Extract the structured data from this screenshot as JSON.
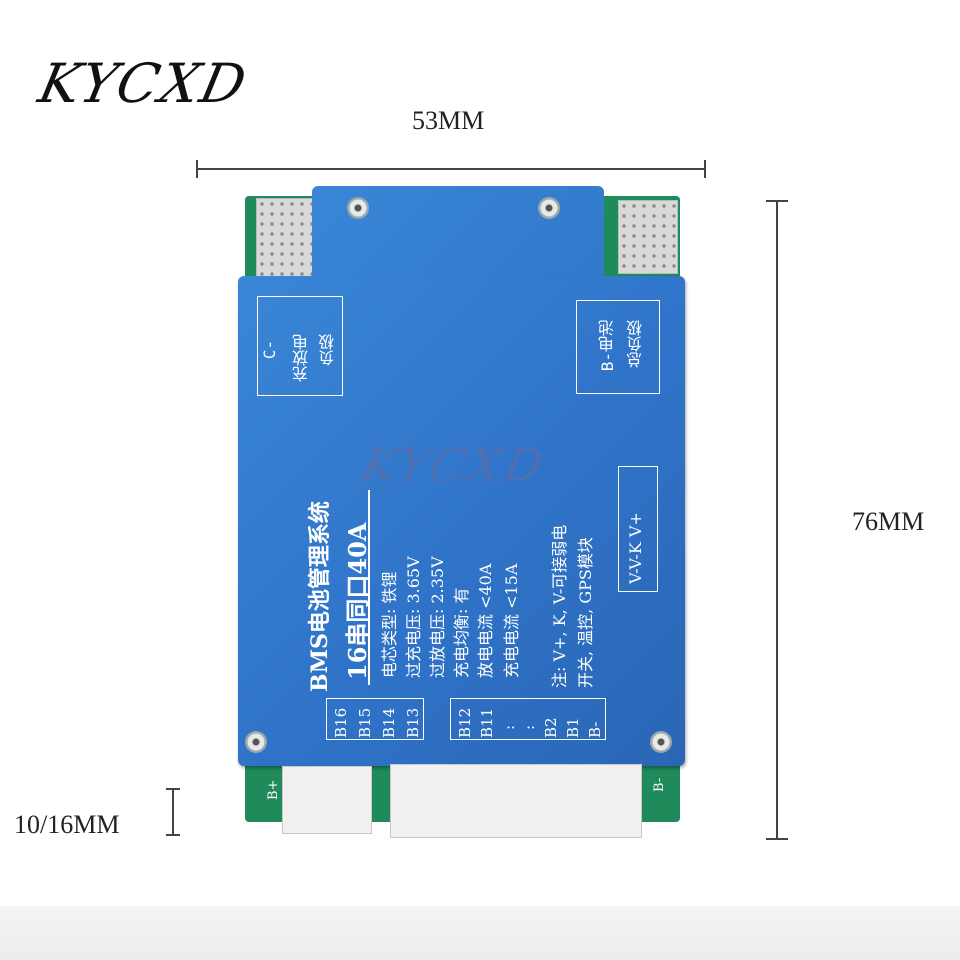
{
  "brand": "KYCXD",
  "dimensions": {
    "width": "53MM",
    "height": "76MM",
    "thickness": "10/16MM"
  },
  "board": {
    "corner_left": [
      "C-",
      "充放电",
      "负极"
    ],
    "corner_right": [
      "B-电池",
      "总负极"
    ],
    "title": "BMS电池管理系统",
    "subtitle": "16串同口40A",
    "specs": [
      "电芯类型: 铁锂",
      "过充电压: 3.65V",
      "过放电压: 2.35V",
      "充电均衡: 有",
      "放电电流 <40A",
      "充电电流 <15A",
      "注: V+, K, V-可接弱电",
      "开关, 温控, GPS模块"
    ],
    "side_label": "V-V-K V+",
    "balance_left": [
      "B16",
      "B15",
      "B14",
      "B13"
    ],
    "balance_right": [
      "B12",
      "B11",
      ":",
      ":",
      "B2",
      "B1",
      "B-"
    ],
    "bplus": "B+",
    "bminus": "B-"
  },
  "watermark": "KYCXD"
}
